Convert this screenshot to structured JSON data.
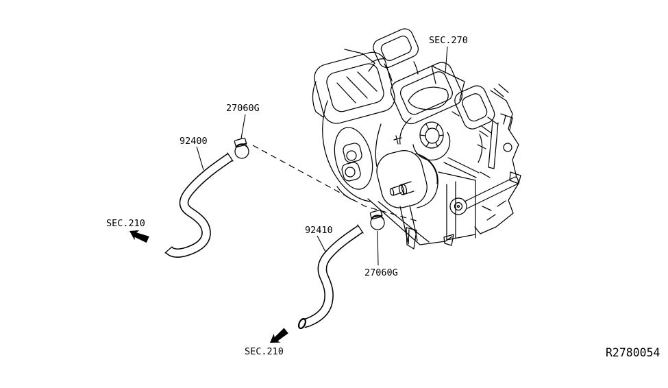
{
  "diagram": {
    "background_color": "#ffffff",
    "line_color": "#000000",
    "labels": {
      "sec270": "SEC.270",
      "clamp_upper": "27060G",
      "hose_upper": "92400",
      "sec210_left": "SEC.210",
      "hose_lower": "92410",
      "clamp_lower": "27060G",
      "sec210_lower": "SEC.210"
    },
    "reference_code": "R2780054"
  }
}
